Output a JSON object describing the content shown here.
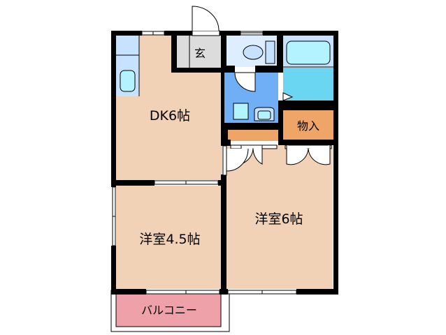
{
  "floor_plan": {
    "rooms": [
      {
        "id": "dk",
        "label": "DK6帖",
        "type": "dining-kitchen",
        "color": "#F2D2B6"
      },
      {
        "id": "western-45",
        "label": "洋室4.5帖",
        "type": "western-room",
        "color": "#F2D2B6"
      },
      {
        "id": "western-6",
        "label": "洋室6帖",
        "type": "western-room",
        "color": "#F2D2B6"
      },
      {
        "id": "entrance",
        "label": "玄",
        "type": "entrance",
        "color": "#DCDCDC"
      },
      {
        "id": "storage",
        "label": "物入",
        "type": "closet",
        "color": "#EFA468"
      },
      {
        "id": "balcony",
        "label": "バルコニー",
        "type": "balcony",
        "color": "#EEA1A8"
      },
      {
        "id": "toilet",
        "label": "",
        "type": "toilet",
        "color": "#DCEEFF"
      },
      {
        "id": "washroom",
        "label": "",
        "type": "washroom",
        "color": "#70AFF5"
      },
      {
        "id": "bath",
        "label": "",
        "type": "bathroom",
        "color": "#6AD6F2"
      }
    ],
    "colors": {
      "wall": "#000000",
      "floor": "#F2D2B6",
      "kitchen_counter": "#C6E2FF",
      "fixture_light": "#B3F2FF"
    }
  }
}
